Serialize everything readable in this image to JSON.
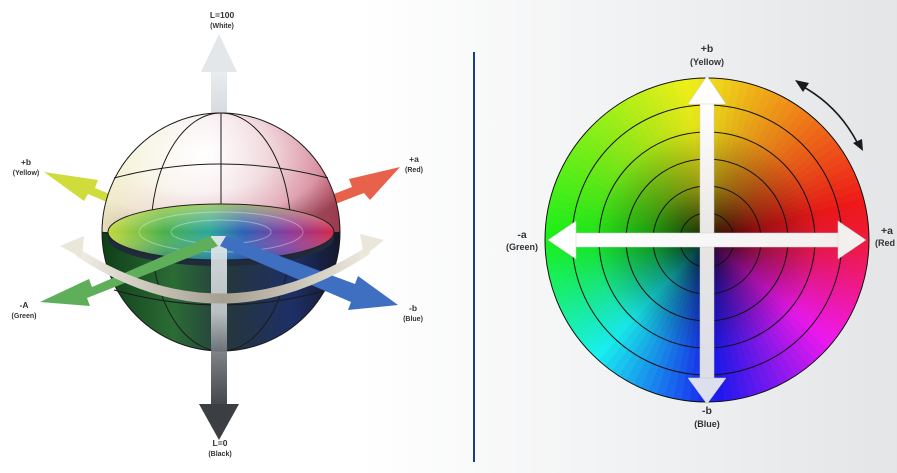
{
  "left_diagram": {
    "labels": {
      "top": {
        "line1": "L=100",
        "line2": "(White)"
      },
      "bottom": {
        "line1": "L=0",
        "line2": "(Black)"
      },
      "pos_a": {
        "line1": "+a",
        "line2": "(Red)"
      },
      "neg_a": {
        "line1": "-A",
        "line2": "(Green)"
      },
      "pos_b": {
        "line1": "+b",
        "line2": "(Yellow)"
      },
      "neg_b": {
        "line1": "-b",
        "line2": "(Blue)"
      }
    },
    "axis_colors": {
      "pos_a": "#e8614a",
      "neg_a": "#5fae5a",
      "pos_b": "#cfdc3c",
      "neg_b": "#3f6fc0",
      "lightness_top": "#dfe4e8",
      "lightness_bottom": "#404347"
    }
  },
  "right_diagram": {
    "labels": {
      "top": {
        "line1": "+b",
        "line2": "(Yellow)"
      },
      "bottom": {
        "line1": "-b",
        "line2": "(Blue)"
      },
      "left": {
        "line1": "-a",
        "line2": "(Green)"
      },
      "right": {
        "line1": "+a",
        "line2": "(Red"
      }
    },
    "divider_color": "#1f3b8c"
  }
}
